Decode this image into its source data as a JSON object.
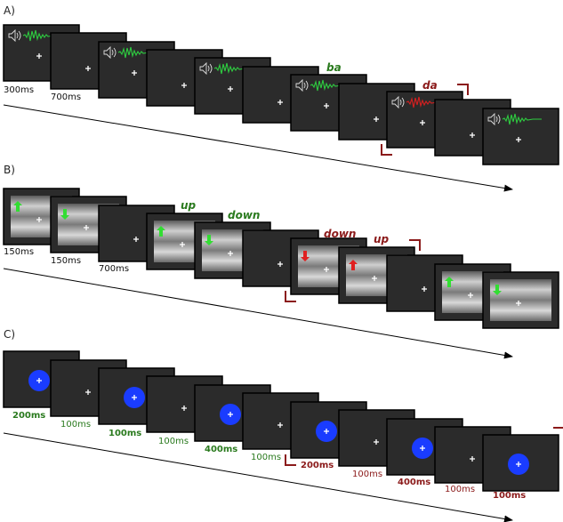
{
  "panels": [
    {
      "label": "A)",
      "timings": [
        "300ms",
        "700ms"
      ],
      "words": [
        "ba",
        "da"
      ]
    },
    {
      "label": "B)",
      "timings": [
        "150ms",
        "150ms",
        "700ms"
      ],
      "words": [
        "up",
        "down",
        "down",
        "up"
      ]
    },
    {
      "label": "C)",
      "timings": [
        "200ms",
        "100ms",
        "100ms",
        "100ms",
        "400ms",
        "100ms",
        "200ms",
        "100ms",
        "400ms",
        "100ms",
        "100ms"
      ]
    }
  ],
  "colors": {
    "green": "#2a7a1e",
    "red": "#8b1a1a",
    "screen": "#2b2b2b",
    "wave_green": "#2ecc40",
    "wave_red": "#d62020",
    "arrow_green": "#33dd33",
    "arrow_red": "#e02020",
    "blue_dot": "#1a3cff"
  }
}
